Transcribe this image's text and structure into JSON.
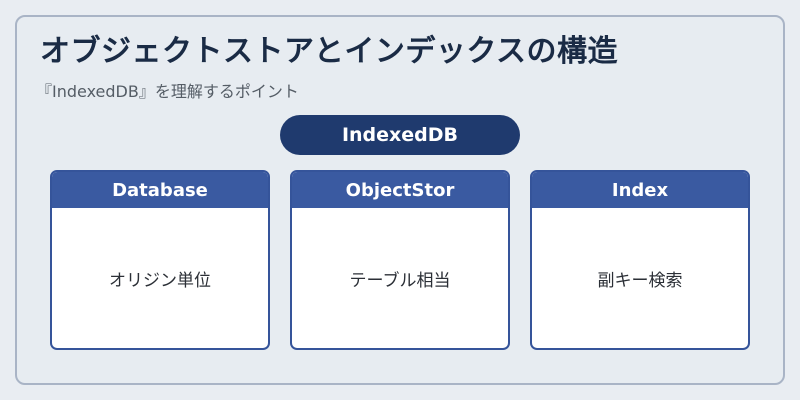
{
  "title": "オブジェクトストアとインデックスの構造",
  "subtitle": "『IndexedDB』を理解するポイント",
  "root": {
    "label": "IndexedDB"
  },
  "cards": [
    {
      "header": "Database",
      "body": "オリジン単位"
    },
    {
      "header": "ObjectStor",
      "body": "テーブル相当"
    },
    {
      "header": "Index",
      "body": "副キー検索"
    }
  ],
  "colors": {
    "background": "#e9edf2",
    "frame_border": "#a9b4c6",
    "title_text": "#1a2b45",
    "root_fill": "#1f3a6e",
    "card_header_fill": "#3a5aa1",
    "card_border": "#35549a",
    "card_body_fill": "#ffffff"
  }
}
